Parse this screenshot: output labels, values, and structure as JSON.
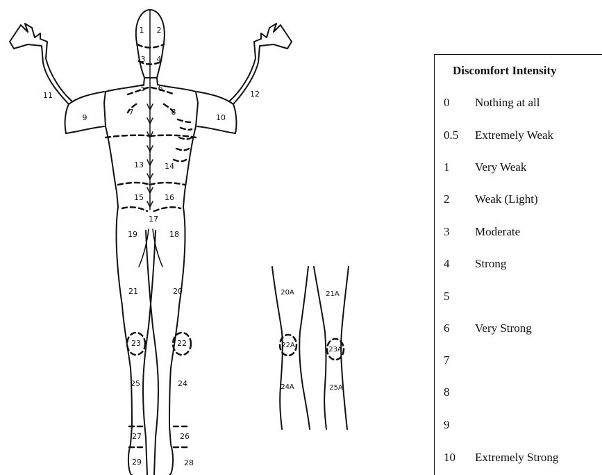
{
  "body_map": {
    "front_regions": [
      "1",
      "2",
      "3",
      "4",
      "5",
      "6",
      "7",
      "8",
      "9",
      "10",
      "11",
      "12",
      "13",
      "14",
      "15",
      "16",
      "17",
      "18",
      "19",
      "20",
      "21",
      "22",
      "23",
      "24",
      "25",
      "26",
      "27",
      "28",
      "29"
    ],
    "back_knee_regions": [
      "20A",
      "21A",
      "22A",
      "23A",
      "24A",
      "25A"
    ]
  },
  "legend": {
    "title": "Discomfort Intensity",
    "rows": [
      {
        "value": "0",
        "label": "Nothing at all"
      },
      {
        "value": "0.5",
        "label": "Extremely Weak"
      },
      {
        "value": "1",
        "label": "Very Weak"
      },
      {
        "value": "2",
        "label": "Weak (Light)"
      },
      {
        "value": "3",
        "label": "Moderate"
      },
      {
        "value": "4",
        "label": "Strong"
      },
      {
        "value": "5",
        "label": ""
      },
      {
        "value": "6",
        "label": "Very Strong"
      },
      {
        "value": "7",
        "label": ""
      },
      {
        "value": "8",
        "label": ""
      },
      {
        "value": "9",
        "label": ""
      },
      {
        "value": "10",
        "label": "Extremely Strong"
      }
    ]
  }
}
